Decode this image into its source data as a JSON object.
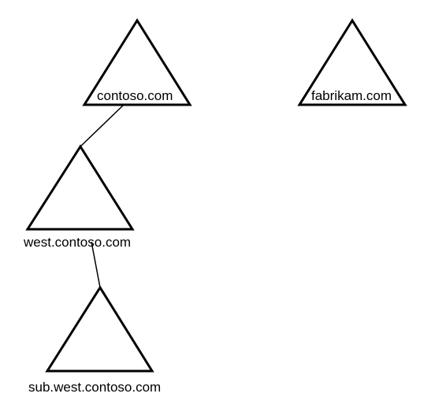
{
  "diagram": {
    "domains": [
      {
        "id": "contoso",
        "label": "contoso.com"
      },
      {
        "id": "fabrikam",
        "label": "fabrikam.com"
      },
      {
        "id": "west",
        "label": "west.contoso.com"
      },
      {
        "id": "sub",
        "label": "sub.west.contoso.com"
      }
    ],
    "relations": [
      {
        "parent": "contoso.com",
        "child": "west.contoso.com"
      },
      {
        "parent": "west.contoso.com",
        "child": "sub.west.contoso.com"
      }
    ],
    "colors": {
      "stroke": "#000000",
      "fill": "#ffffff",
      "text": "#000000"
    }
  }
}
